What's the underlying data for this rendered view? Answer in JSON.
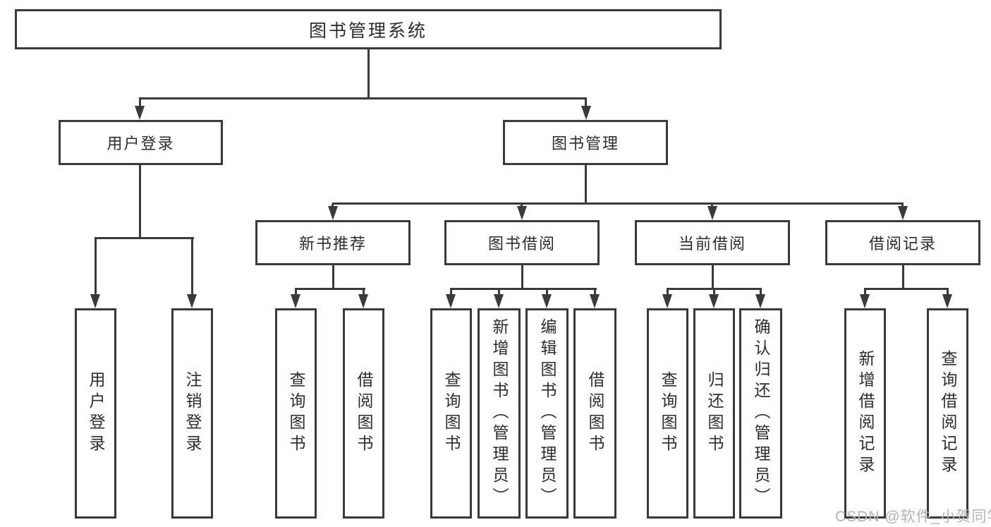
{
  "diagram": {
    "title": "图书管理系统",
    "watermark": "CSDN @软件_小贺同学",
    "colors": {
      "line": "#3a3a3a",
      "text": "#2d2d2d",
      "watermark": "#b4b4b4",
      "background": "#ffffff"
    },
    "nodes": {
      "root": {
        "label": "图书管理系统"
      },
      "user_login": {
        "label": "用户登录"
      },
      "book_mgmt": {
        "label": "图书管理"
      },
      "new_book_rec": {
        "label": "新书推荐"
      },
      "book_borrow": {
        "label": "图书借阅"
      },
      "current_borrow": {
        "label": "当前借阅"
      },
      "borrow_records": {
        "label": "借阅记录"
      },
      "leaf_user_login": {
        "label": "用户登录"
      },
      "leaf_logout": {
        "label": "注销登录"
      },
      "leaf_rec_query": {
        "label": "查询图书"
      },
      "leaf_rec_borrow": {
        "label": "借阅图书"
      },
      "leaf_bor_query": {
        "label": "查询图书"
      },
      "leaf_bor_add": {
        "label": "新增图书（管理员）"
      },
      "leaf_bor_edit": {
        "label": "编辑图书（管理员）"
      },
      "leaf_bor_borrow": {
        "label": "借阅图书"
      },
      "leaf_cur_query": {
        "label": "查询图书"
      },
      "leaf_cur_return": {
        "label": "归还图书"
      },
      "leaf_cur_confirm": {
        "label": "确认归还（管理员）"
      },
      "leaf_rcd_add": {
        "label": "新增借阅记录"
      },
      "leaf_rcd_query": {
        "label": "查询借阅记录"
      }
    },
    "hierarchy": {
      "图书管理系统": [
        "用户登录",
        "图书管理"
      ],
      "用户登录": [
        "用户登录",
        "注销登录"
      ],
      "图书管理": [
        "新书推荐",
        "图书借阅",
        "当前借阅",
        "借阅记录"
      ],
      "新书推荐": [
        "查询图书",
        "借阅图书"
      ],
      "图书借阅": [
        "查询图书",
        "新增图书（管理员）",
        "编辑图书（管理员）",
        "借阅图书"
      ],
      "当前借阅": [
        "查询图书",
        "归还图书",
        "确认归还（管理员）"
      ],
      "借阅记录": [
        "新增借阅记录",
        "查询借阅记录"
      ]
    }
  }
}
